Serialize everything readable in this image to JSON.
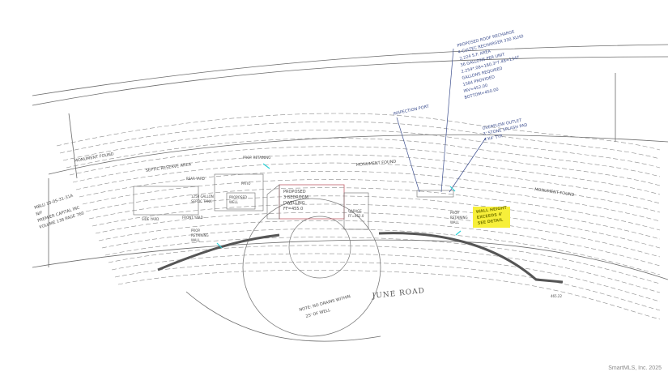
{
  "labels": {
    "inspection_port": "INSPECTION PORT",
    "proposed_roof_recharge": [
      "PROPOSED ROOF RECHARGE",
      "4-CULTEC RECHARGER 330 XLHD",
      "2,224 S.F. AREA",
      "36 GALLONS PER UNIT",
      "2.254*.08=180.3*7.48=1347",
      "GALLONS REQUIRED",
      "1584 PROVIDED",
      "INV=452.00",
      "BOTTOM=450.00"
    ],
    "overflow_outlet": [
      "OVERFLOW OUTLET",
      "3' STONE SPLASH PAD",
      "4'X4' TYP."
    ],
    "monument_found_top": "MONUMENT FOUND",
    "monument_found_right": "MONUMENT FOUND",
    "monument_found_left": "MONUMENT FOUND",
    "proposed_house": [
      "PROPOSED",
      "3 BEDROOM",
      "DWELLING",
      "FF=455.0"
    ],
    "tank": [
      "1250 GALLON",
      "SEPTIC TANK"
    ],
    "proposed_well": [
      "PROPOSED",
      "WELL"
    ],
    "patio": "PATIO",
    "garage": [
      "GARAGE",
      "FF=452.0"
    ],
    "front_yard": "FRONT YARD",
    "rear_yard": "REAR YARD",
    "side_yard": "SIDE YARD",
    "prop_retaining_wall_left": [
      "PROP.",
      "RETAINING",
      "WALL"
    ],
    "prop_retaining_wall_right": [
      "PROP.",
      "RETAINING",
      "WALL"
    ],
    "prop_retaining_top": "PROP. RETAINING",
    "septic_reserve": "SEPTIC RESERVE AREA",
    "parcel_note": [
      "MBLU 10-05-31-31A",
      "N/F",
      "PREMIER CAPITAL INC",
      "VOLUME 138 PAGE 760"
    ],
    "road_name": "JUNE ROAD",
    "well_note": [
      "NOTE: NO DRAINS WITHIN",
      "25' OF WELL"
    ],
    "highlight_note": [
      "WALL HEIGHT",
      "EXCEEDS 4'",
      "SEE DETAIL"
    ],
    "bottom_elev": "465.22"
  },
  "watermark": "SmartMLS, Inc. 2025",
  "colors": {
    "background": "#ffffff",
    "linework": "#6b6b6b",
    "contour": "#8c8c8c",
    "wall": "#555555",
    "callout_blue": "#3d4f8f",
    "cyan_marks": "#2fd3d8",
    "highlight_yellow": "#f7ef3a",
    "house_red": "#c0606a"
  }
}
